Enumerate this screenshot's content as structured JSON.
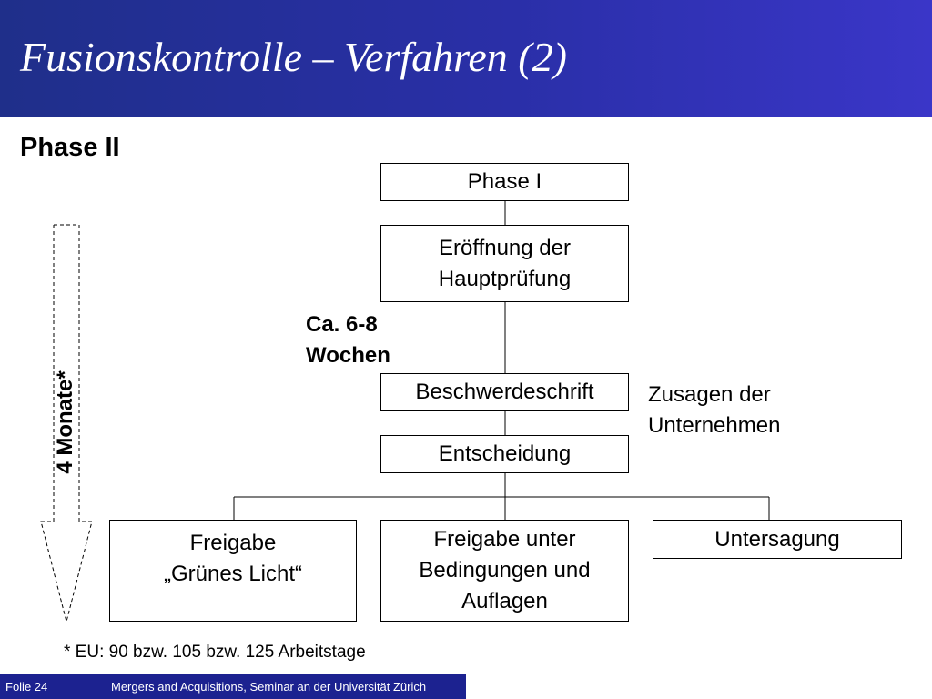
{
  "slide": {
    "title": "Fusionskontrolle – Verfahren (2)",
    "subtitle": "Phase II"
  },
  "diagram": {
    "nodes": {
      "phase1": "Phase I",
      "eroeffnung": "Eröffnung der\nHauptprüfung",
      "beschwerde": "Beschwerdeschrift",
      "entscheidung": "Entscheidung",
      "freigabe": "Freigabe\n„Grünes Licht“",
      "freigabe_bedingungen": "Freigabe unter\nBedingungen und\nAuflagen",
      "untersagung": "Untersagung"
    },
    "duration_label": "Ca. 6-8\nWochen",
    "side_note": "Zusagen der\nUnternehmen",
    "arrow_label": "4 Monate*"
  },
  "footnote": "* EU: 90 bzw. 105 bzw. 125 Arbeitstage",
  "footer": {
    "slide_number": "Folie 24",
    "course": "Mergers and Acquisitions, Seminar an der  Universität Zürich"
  },
  "colors": {
    "header_blue": "#2a2fa8",
    "footer_blue": "#1c2290"
  }
}
